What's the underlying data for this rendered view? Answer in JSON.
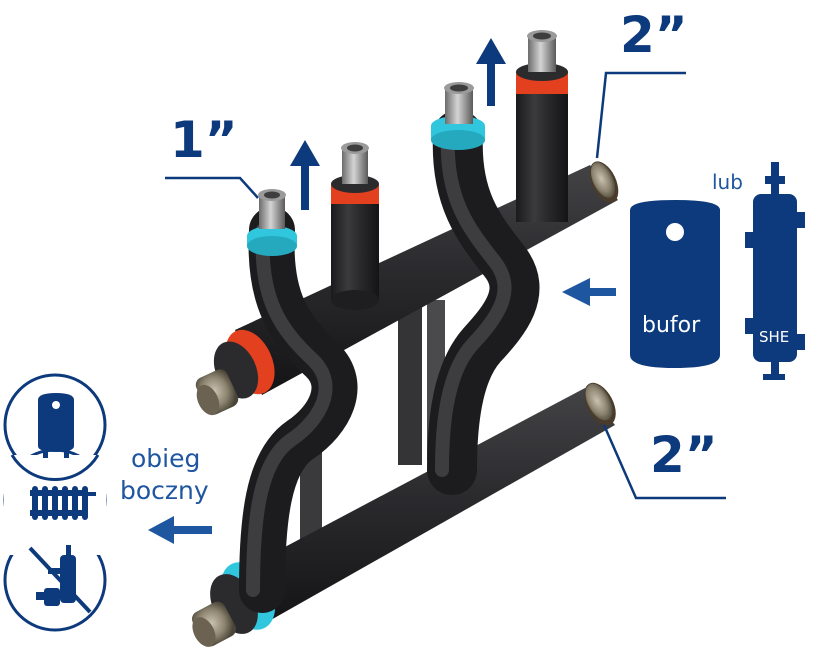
{
  "labels": {
    "size_1": "1”",
    "size_2_top": "2”",
    "size_2_bottom": "2”",
    "side_flow_line1": "obieg",
    "side_flow_line2": "boczny",
    "or": "lub",
    "buffer": "bufor",
    "she": "SHE"
  },
  "colors": {
    "brand_blue": "#0d3a7c",
    "insulation": "#2a2a2c",
    "hot_ring": "#e2401f",
    "cold_ring": "#2fc6de",
    "brass": "#b8b3a6"
  }
}
